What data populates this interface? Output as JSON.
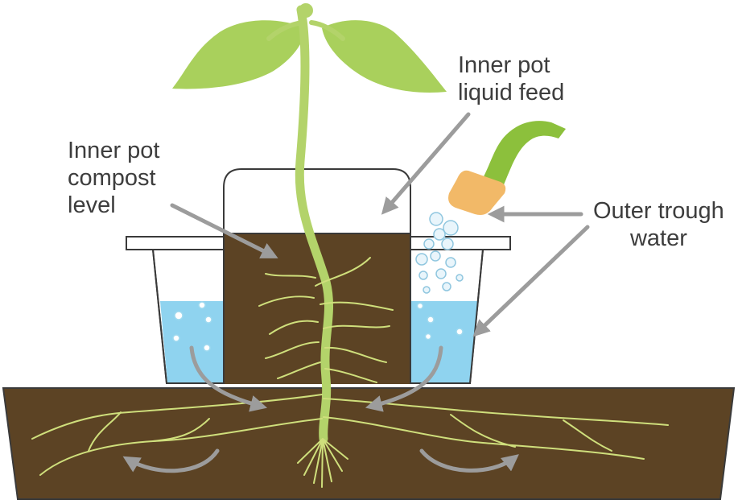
{
  "labels": {
    "compost": [
      "Inner pot",
      "compost",
      "level"
    ],
    "feed": [
      "Inner pot",
      "liquid feed"
    ],
    "water": [
      "Outer trough",
      "water"
    ]
  },
  "colors": {
    "soil": "#5c4324",
    "water": "#8fd3ef",
    "stem": "#b3d36a",
    "leaf": "#a9d05c",
    "roots": "#cfdf7c",
    "arrow": "#9c9c9c",
    "nozzle": "#f2b968",
    "hose": "#8cc03c",
    "outline": "#3a3a3a"
  }
}
